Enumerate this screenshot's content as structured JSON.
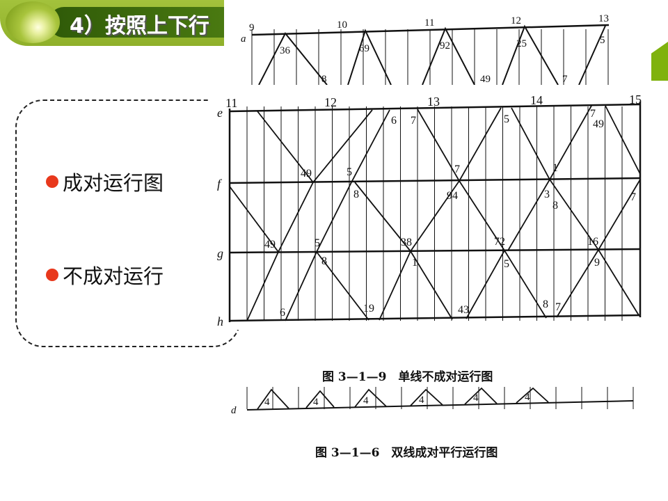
{
  "header": {
    "title": "4）按照上下行"
  },
  "bullets": [
    {
      "label": "成对运行图"
    },
    {
      "label": "不成对运行"
    }
  ],
  "top_diagram": {
    "station": "a",
    "hours": [
      "9",
      "10",
      "11",
      "12",
      "13"
    ],
    "labels": [
      "36",
      "69",
      "92",
      "25",
      "5",
      "8",
      "49",
      "7"
    ]
  },
  "main_diagram": {
    "stations": [
      "e",
      "f",
      "g",
      "h"
    ],
    "hours": [
      "11",
      "12",
      "13",
      "14",
      "15"
    ],
    "labels": [
      "49",
      "5",
      "6",
      "7",
      "7",
      "5",
      "1",
      "7",
      "49",
      "8",
      "94",
      "3",
      "8",
      "7",
      "49",
      "5",
      "38",
      "72",
      "16",
      "8",
      "1",
      "5",
      "9",
      "6",
      "19",
      "43",
      "8",
      "7"
    ]
  },
  "caption1": "图 3—1—9　单线不成对运行图",
  "bottom_diagram": {
    "station": "d",
    "labels": [
      "4",
      "4",
      "4",
      "4",
      "4",
      "4"
    ]
  },
  "caption2": "图 3—1—6　双线成对平行运行图",
  "colors": {
    "header_green": "#8fb02a",
    "header_dark": "#2f5a08",
    "bullet_red": "#e8381c"
  }
}
